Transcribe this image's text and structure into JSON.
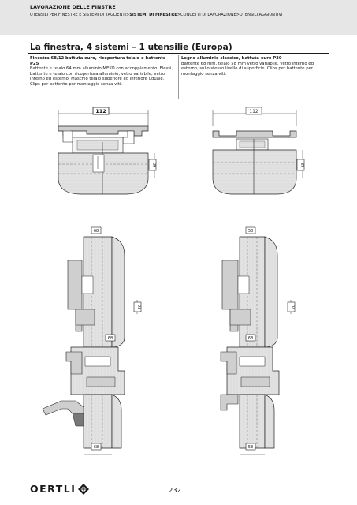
{
  "header": {
    "section": "LAVORAZIONE DELLE FINSTRE",
    "crumb_pre": "UTENSILI PER FINESTRE E SISTEMI DI TAGLIENTI",
    "crumb_sep1": ">",
    "crumb_bold": "SISTEMI DI FINESTRE",
    "crumb_post": ">CONCETTI DI LAVORAZIONE>UTENSILI AGGIUNTIVI"
  },
  "title": "La finestra, 4 sistemi – 1 utensilie (Europa)",
  "left_column": {
    "heading": "Finestra 68/12 battuta euro, ricopertura telaio e battente P25",
    "body": "Battente e telaio 64 mm alluminio MEKO con accoppiamento. Flessi, battente e telaio con ricopertura alluminio, vetro variabile, vetro interno ed esterno. Maschio telaio superiore ed inferiore uguale. Clips per battente per montaggio senza viti."
  },
  "right_column": {
    "heading": "Legno alluminio classico, battuta euro P30",
    "body": "Battente 68 mm, telaio 58 mm vetro variabile, vetro interno ed esterno, sullo stesso livello di superficie. Clips per battente per montaggio senza viti."
  },
  "dimensions": {
    "left_top_width": "112",
    "left_top_height": "68",
    "right_top_width": "112",
    "right_top_height": "68",
    "left_vert_top": "68",
    "left_vert_side": "20",
    "left_vert_mid": "68",
    "left_vert_bottom": "68",
    "right_vert_top": "58",
    "right_vert_side": "20",
    "right_vert_mid": "68",
    "right_vert_bottom": "58"
  },
  "footer": {
    "brand": "OERTLI",
    "page_number": "232"
  }
}
